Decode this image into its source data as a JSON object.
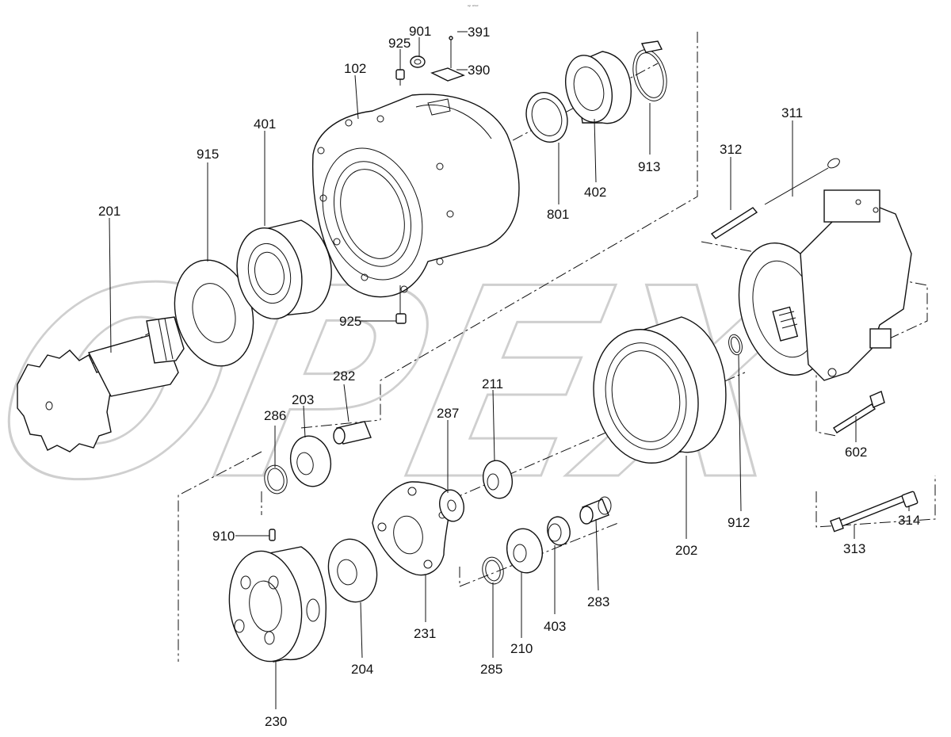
{
  "header_mark": "ᵉᵖ ʷʷʷ",
  "watermark": "OPEX",
  "labels": {
    "102": "102",
    "201": "201",
    "202": "202",
    "203": "203",
    "204": "204",
    "210": "210",
    "211": "211",
    "230": "230",
    "231": "231",
    "282": "282",
    "283": "283",
    "285": "285",
    "286": "286",
    "287": "287",
    "311": "311",
    "312": "312",
    "313": "313",
    "314": "314",
    "390": "390",
    "391": "391",
    "401": "401",
    "402": "402",
    "403": "403",
    "602": "602",
    "801": "801",
    "901": "901",
    "910": "910",
    "912": "912",
    "913": "913",
    "915": "915",
    "925a": "925",
    "925b": "925"
  }
}
